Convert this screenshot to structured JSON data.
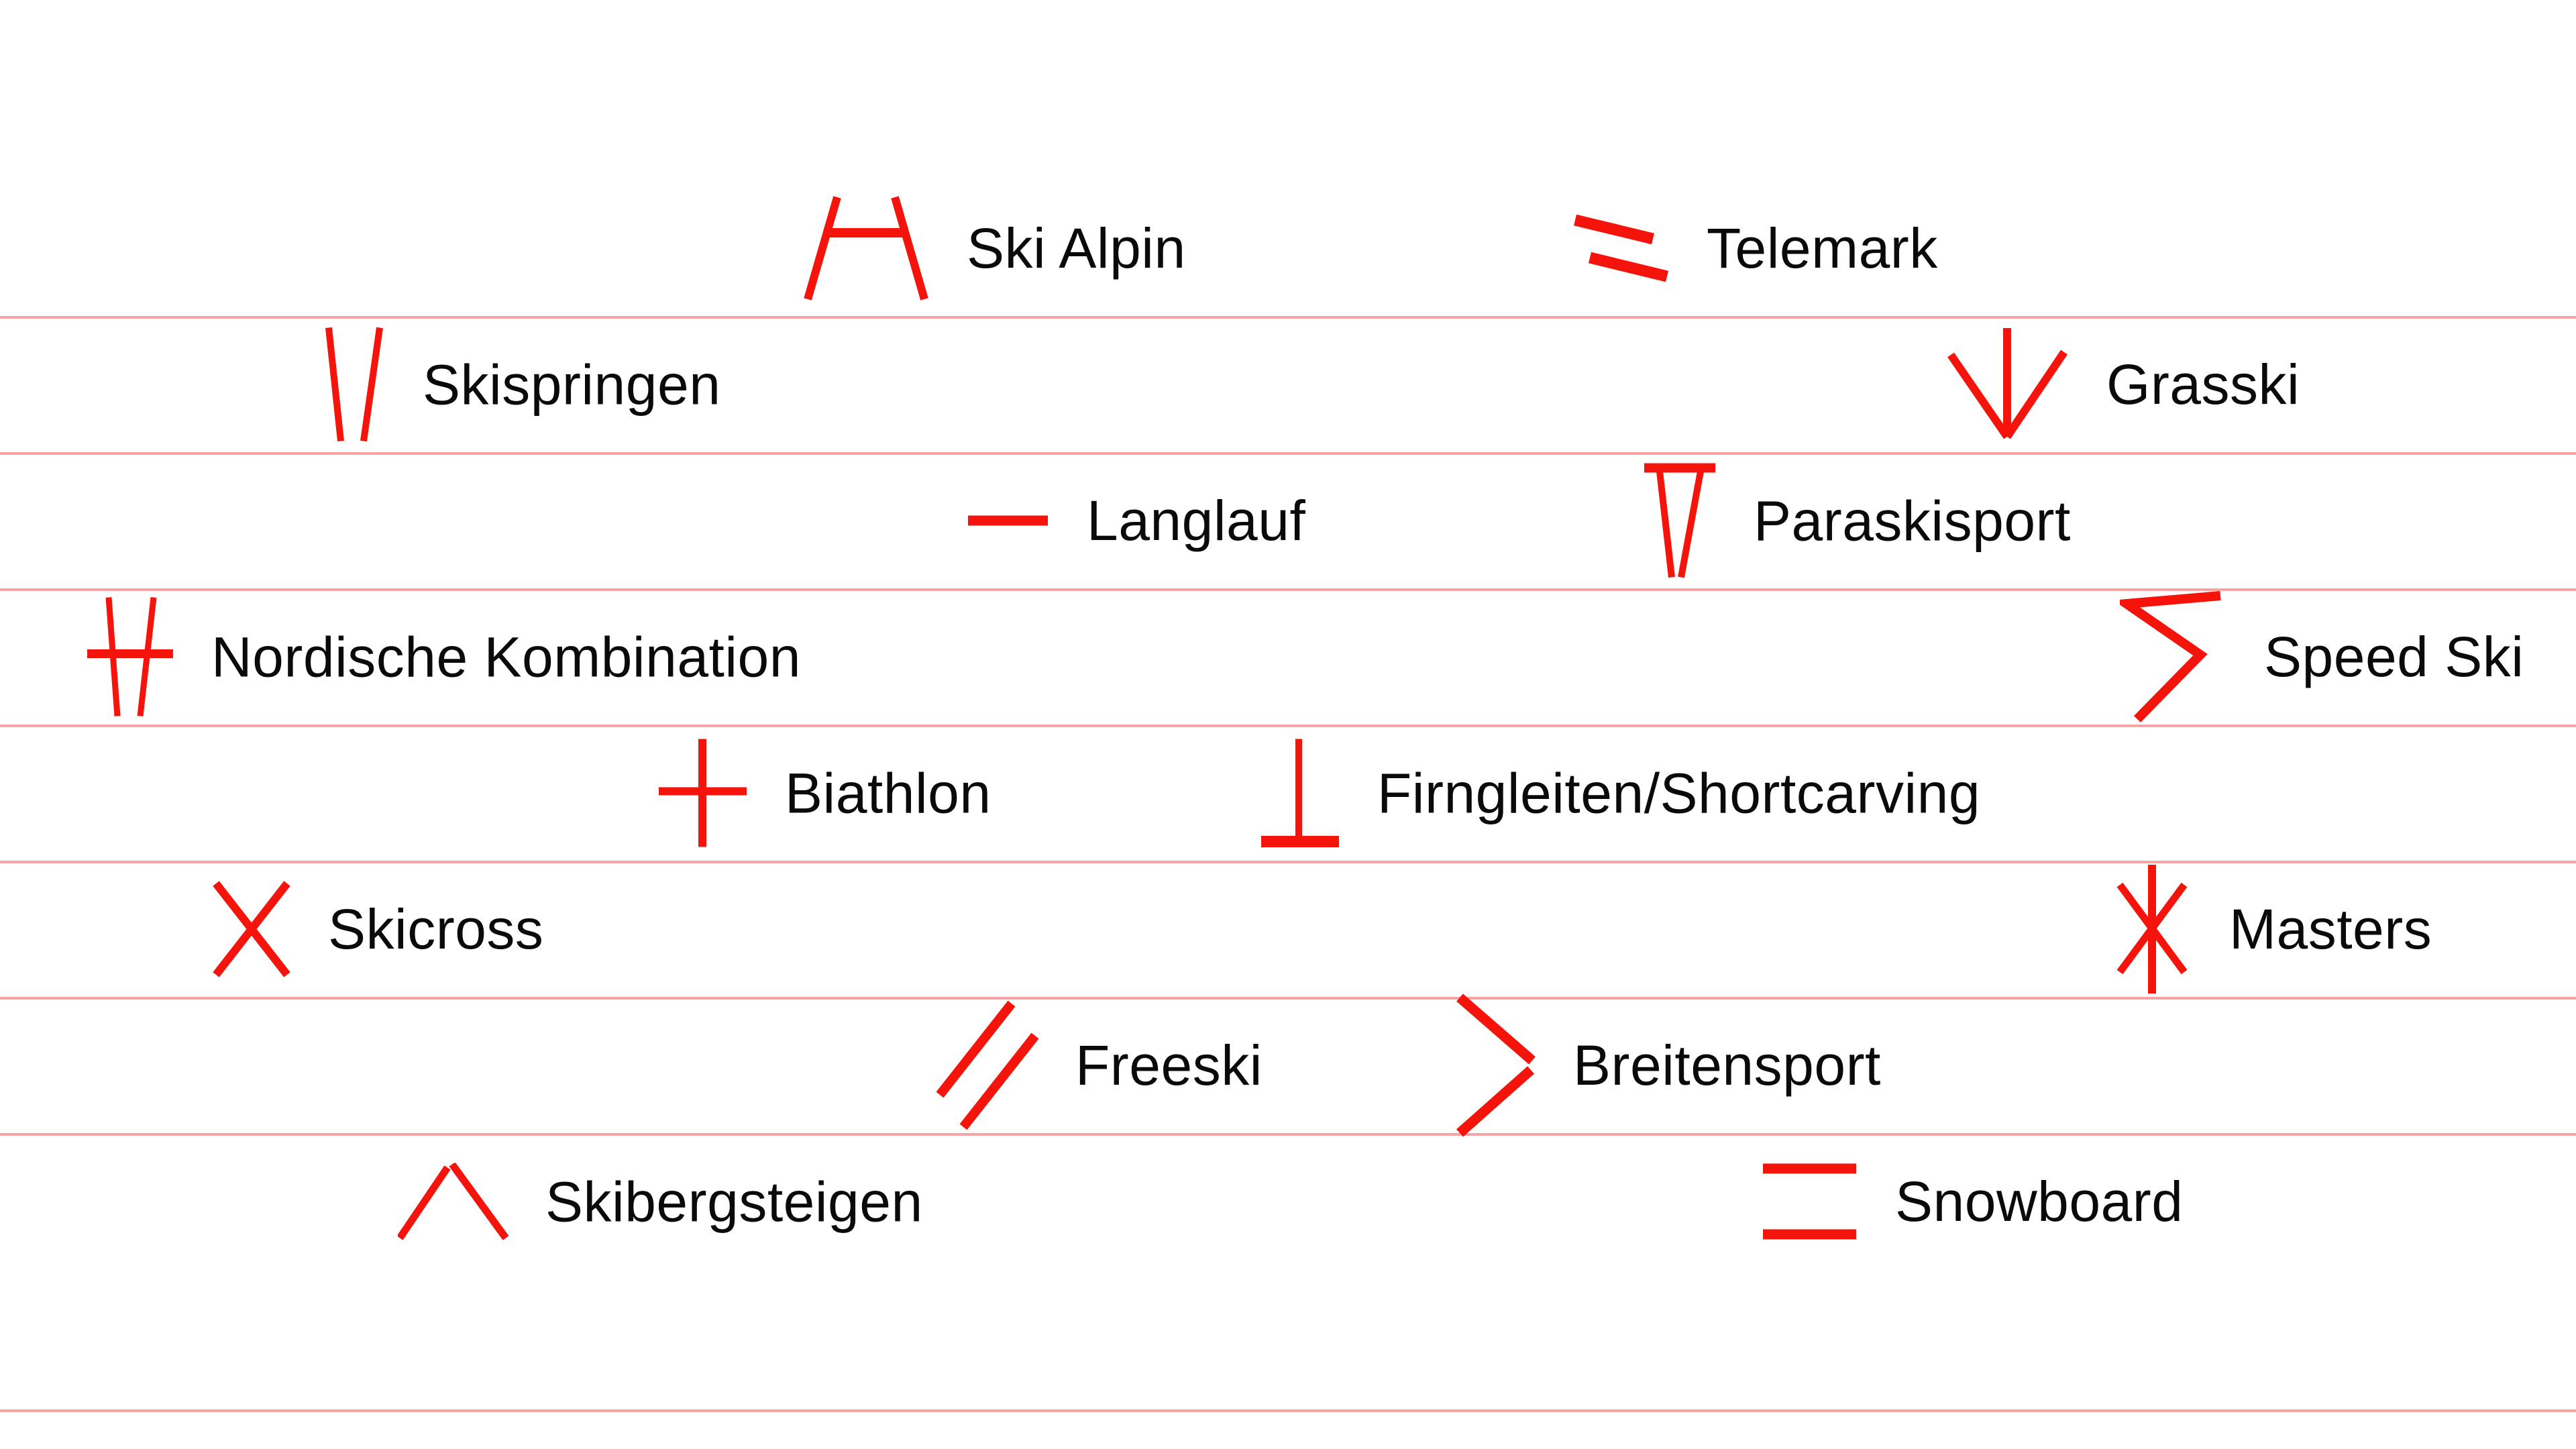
{
  "diagram_title": "Ski sport disciplines legend",
  "colors": {
    "icon_red": "#f5140c",
    "divider_pink": "#f7a3a3",
    "label_black": "#0a0a0a",
    "background": "#ffffff"
  },
  "dividers": {
    "count": 8,
    "y_positions": [
      471,
      674,
      877,
      1080,
      1283,
      1486,
      1689,
      2101
    ]
  },
  "items": [
    {
      "label": "Ski Alpin",
      "icon": "slalom-gate-icon"
    },
    {
      "label": "Telemark",
      "icon": "two-tilted-bars-icon"
    },
    {
      "label": "Skispringen",
      "icon": "converging-skis-icon"
    },
    {
      "label": "Grasski",
      "icon": "down-arrow-icon"
    },
    {
      "label": "Langlauf",
      "icon": "horizontal-bar-icon"
    },
    {
      "label": "Paraskisport",
      "icon": "funnel-icon"
    },
    {
      "label": "Nordische Kombination",
      "icon": "crossed-skis-bar-icon"
    },
    {
      "label": "Speed Ski",
      "icon": "zigzag-icon"
    },
    {
      "label": "Biathlon",
      "icon": "plus-cross-icon"
    },
    {
      "label": "Firngleiten/Shortcarving",
      "icon": "inverted-t-icon"
    },
    {
      "label": "Skicross",
      "icon": "x-cross-icon"
    },
    {
      "label": "Masters",
      "icon": "asterisk-icon"
    },
    {
      "label": "Freeski",
      "icon": "double-slash-icon"
    },
    {
      "label": "Breitensport",
      "icon": "chevron-right-icon"
    },
    {
      "label": "Skibergsteigen",
      "icon": "mountain-peak-icon"
    },
    {
      "label": "Snowboard",
      "icon": "double-bar-icon"
    }
  ]
}
